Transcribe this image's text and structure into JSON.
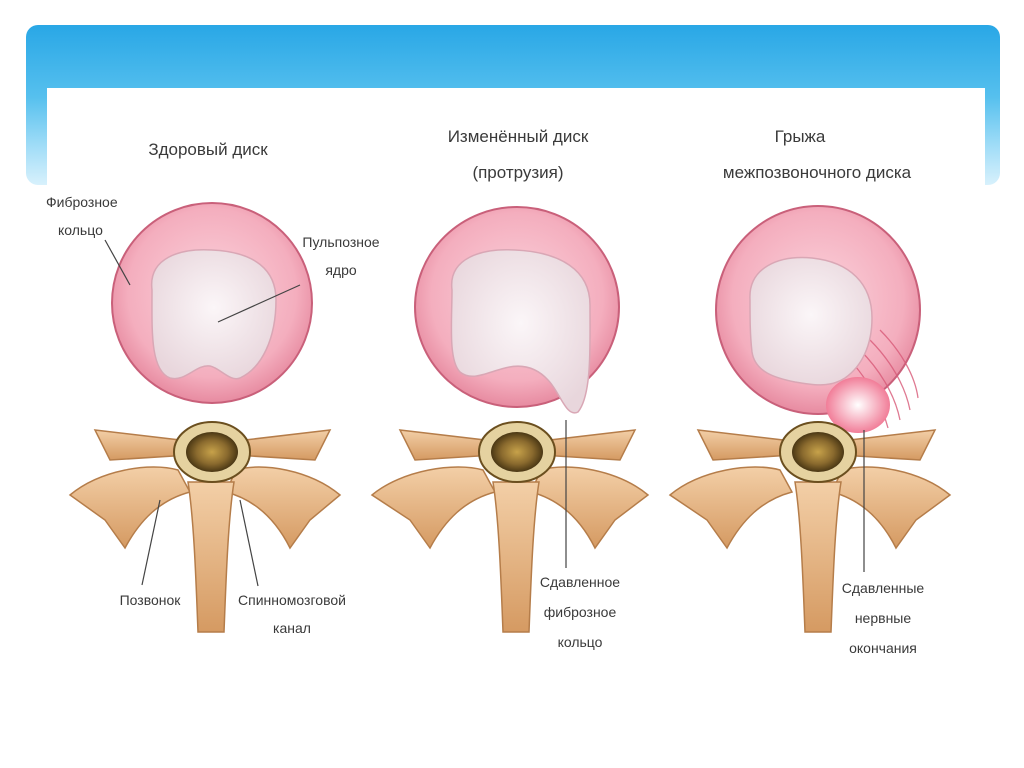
{
  "panels": [
    {
      "title_line1": "Здоровый диск",
      "title_line2": "",
      "labels": {
        "annulus_1": "Фиброзное",
        "annulus_2": "кольцо",
        "nucleus_1": "Пульпозное",
        "nucleus_2": "ядро",
        "vertebra": "Позвонок",
        "canal_1": "Спинномозговой",
        "canal_2": "канал"
      }
    },
    {
      "title_line1": "Изменённый диск",
      "title_line2": "(протрузия)",
      "labels": {
        "compressed_1": "Сдавленное",
        "compressed_2": "фиброзное",
        "compressed_3": "кольцо"
      }
    },
    {
      "title_line1": "Грыжа",
      "title_line2": "межпозвоночного диска",
      "labels": {
        "nerves_1": "Сдавленные",
        "nerves_2": "нервные",
        "nerves_3": "окончания"
      }
    }
  ],
  "colors": {
    "banner_top": "#29a7e6",
    "annulus": "#f2a7b7",
    "nucleus": "#f3e8ec",
    "bone": "#e9b98a",
    "canal": "#8a6a2e"
  }
}
